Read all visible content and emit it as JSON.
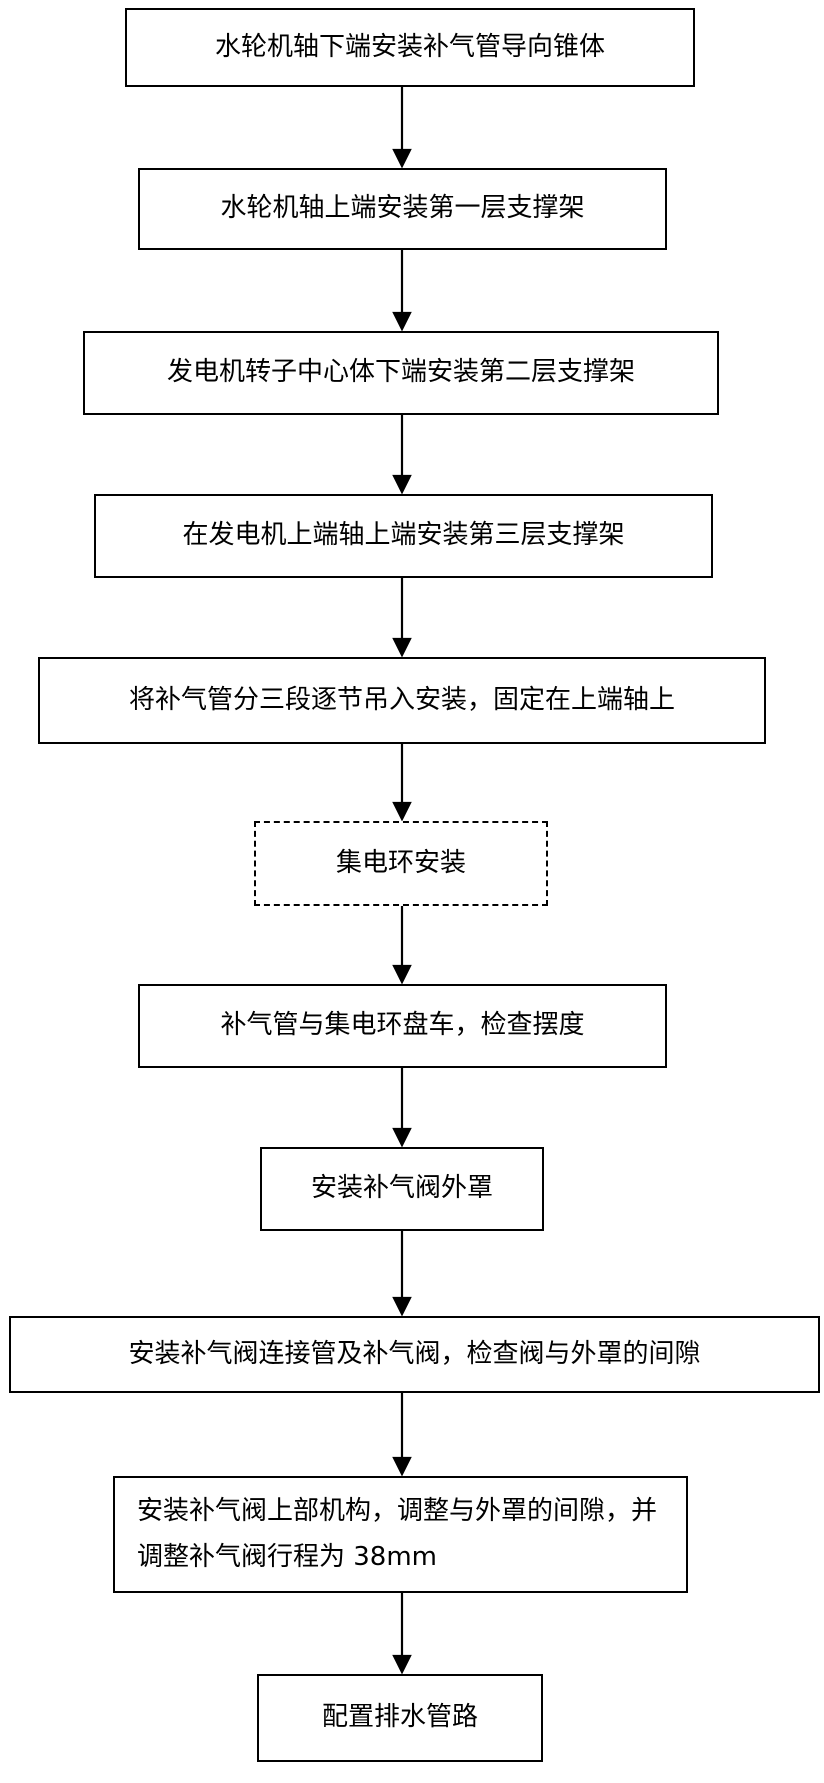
{
  "steps": [
    {
      "id": "step-1",
      "text": "水轮机轴下端安装补气管导向锥体",
      "style": "solid"
    },
    {
      "id": "step-2",
      "text": "水轮机轴上端安装第一层支撑架",
      "style": "solid"
    },
    {
      "id": "step-3",
      "text": "发电机转子中心体下端安装第二层支撑架",
      "style": "solid"
    },
    {
      "id": "step-4",
      "text": "在发电机上端轴上端安装第三层支撑架",
      "style": "solid"
    },
    {
      "id": "step-5",
      "text": "将补气管分三段逐节吊入安装，固定在上端轴上",
      "style": "solid"
    },
    {
      "id": "step-6",
      "text": "集电环安装",
      "style": "dashed"
    },
    {
      "id": "step-7",
      "text": "补气管与集电环盘车，检查摆度",
      "style": "solid"
    },
    {
      "id": "step-8",
      "text": "安装补气阀外罩",
      "style": "solid"
    },
    {
      "id": "step-9",
      "text": "安装补气阀连接管及补气阀，检查阀与外罩的间隙",
      "style": "solid"
    },
    {
      "id": "step-10",
      "text": "安装补气阀上部机构，调整与外罩的间隙，并调整补气阀行程为 38mm",
      "style": "solid"
    },
    {
      "id": "step-11",
      "text": "配置排水管路",
      "style": "solid"
    }
  ],
  "colors": {
    "stroke": "#000000",
    "background": "#ffffff"
  }
}
